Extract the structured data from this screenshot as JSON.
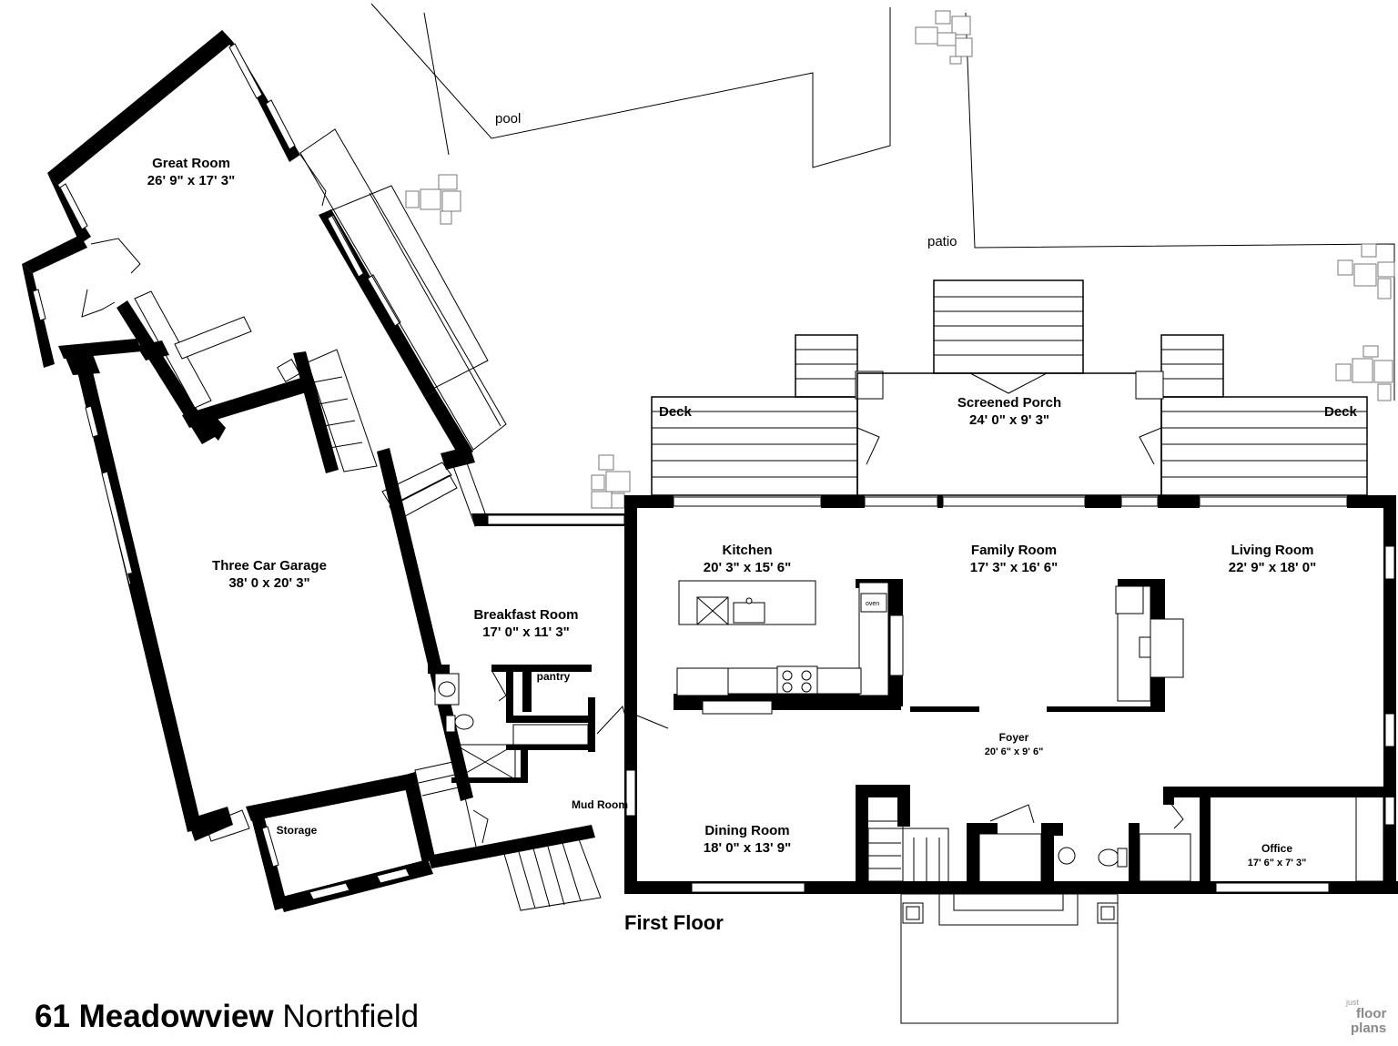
{
  "rooms": {
    "great_room": {
      "name": "Great Room",
      "dims": "26' 9\" x 17' 3\""
    },
    "garage": {
      "name": "Three Car Garage",
      "dims": "38' 0 x 20' 3\""
    },
    "breakfast": {
      "name": "Breakfast Room",
      "dims": "17' 0\" x 11' 3\""
    },
    "kitchen": {
      "name": "Kitchen",
      "dims": "20' 3\" x 15' 6\""
    },
    "family": {
      "name": "Family Room",
      "dims": "17' 3\" x 16' 6\""
    },
    "living": {
      "name": "Living Room",
      "dims": "22' 9\" x 18' 0\""
    },
    "porch": {
      "name": "Screened Porch",
      "dims": "24' 0\" x 9' 3\""
    },
    "foyer": {
      "name": "Foyer",
      "dims": "20' 6\" x 9' 6\""
    },
    "dining": {
      "name": "Dining Room",
      "dims": "18' 0\" x 13' 9\""
    },
    "office": {
      "name": "Office",
      "dims": "17' 6\" x 7' 3\""
    },
    "pantry": {
      "name": "pantry"
    },
    "mudroom": {
      "name": "Mud Room"
    },
    "storage": {
      "name": "Storage"
    },
    "deck_left": {
      "name": "Deck"
    },
    "deck_right": {
      "name": "Deck"
    }
  },
  "outdoor": {
    "pool": "pool",
    "patio": "patio"
  },
  "appliances": {
    "oven": "oven"
  },
  "floor_title": "First Floor",
  "address": {
    "number_street": "61 Meadowview",
    "town": "Northfield"
  },
  "logo": {
    "line1": "just",
    "line2": "floor",
    "line3": "plans"
  }
}
